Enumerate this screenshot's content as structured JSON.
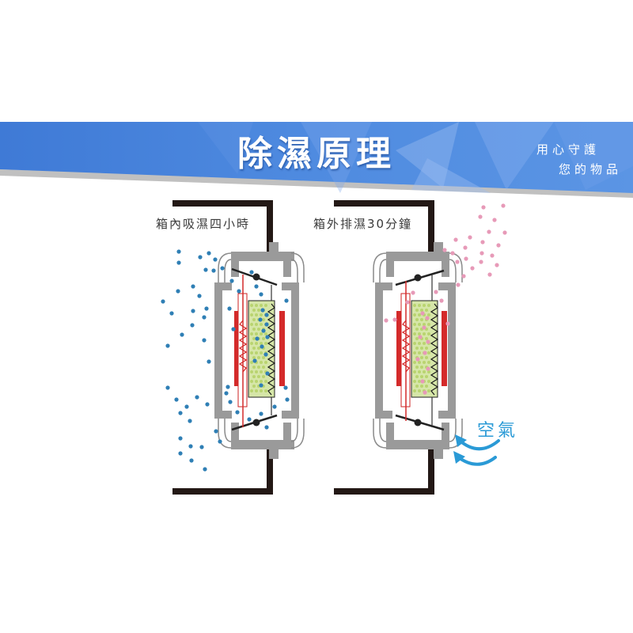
{
  "banner": {
    "title": "除濕原理",
    "slogan_line1": "用心守護",
    "slogan_line2": "您的物品",
    "colors": {
      "band": "#4a86dc",
      "band_light": "#7eaaf0",
      "shadow": "#9a9a9a"
    }
  },
  "panels": [
    {
      "id": "absorb",
      "caption": "箱內吸濕四小時",
      "dot_color": "#2f7fb5",
      "description": "Moisture absorbed from inside the box"
    },
    {
      "id": "release",
      "caption": "箱外排濕30分鐘",
      "dot_color": "#e79ab8",
      "description": "Moisture released outside the box"
    }
  ],
  "air_label": "空氣",
  "colors": {
    "frame": "#9a9a9a",
    "wall": "#231815",
    "heater": "#d42a2a",
    "desiccant": "#c8dc8c",
    "desiccant_bead": "#b6d36a",
    "air_arrow": "#2a9ad6"
  }
}
